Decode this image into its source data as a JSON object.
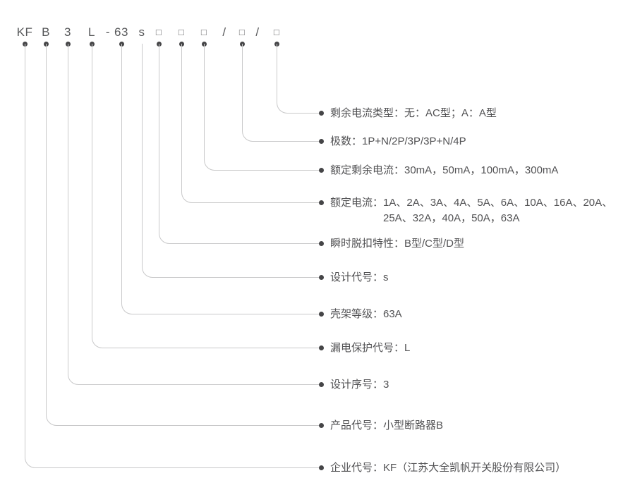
{
  "diagram_title": "KFB3L-63s model designation diagram",
  "colors": {
    "background": "#ffffff",
    "symbol_text": "#57585a",
    "label_text": "#525254",
    "connector_line": "#c9c9ca",
    "dot": "#454547"
  },
  "model": {
    "full_code": "KF B 3 L - 63 s □ □ □ / □ / □",
    "segments": [
      {
        "text": "KF"
      },
      {
        "text": "B"
      },
      {
        "text": "3"
      },
      {
        "text": "L"
      },
      {
        "text": "-"
      },
      {
        "text": "63"
      },
      {
        "text": "s"
      },
      {
        "text": "□"
      },
      {
        "text": "□"
      },
      {
        "text": "□"
      },
      {
        "text": "/"
      },
      {
        "text": "□"
      },
      {
        "text": "/"
      },
      {
        "text": "□"
      }
    ]
  },
  "labels": [
    {
      "id": "residual-current-type",
      "text": "剩余电流类型：无：AC型；A：A型"
    },
    {
      "id": "poles",
      "text": "极数：1P+N/2P/3P/3P+N/4P"
    },
    {
      "id": "rated-residual-current",
      "text": "额定剩余电流：30mA，50mA，100mA，300mA"
    },
    {
      "id": "rated-current",
      "line1": "额定电流：1A、2A、3A、4A、5A、6A、10A、16A、20A、",
      "line2": "25A、32A，40A，50A，63A"
    },
    {
      "id": "instantaneous-trip",
      "text": "瞬时脱扣特性：B型/C型/D型"
    },
    {
      "id": "design-code",
      "text": "设计代号：s"
    },
    {
      "id": "frame-rating",
      "text": "壳架等级：63A"
    },
    {
      "id": "leakage-protection-code",
      "text": "漏电保护代号：L"
    },
    {
      "id": "design-serial",
      "text": "设计序号：3"
    },
    {
      "id": "product-code",
      "text": "产品代号：小型断路器B"
    },
    {
      "id": "enterprise-code",
      "text": "企业代号：KF（江苏大全凯帆开关股份有限公司）"
    }
  ]
}
